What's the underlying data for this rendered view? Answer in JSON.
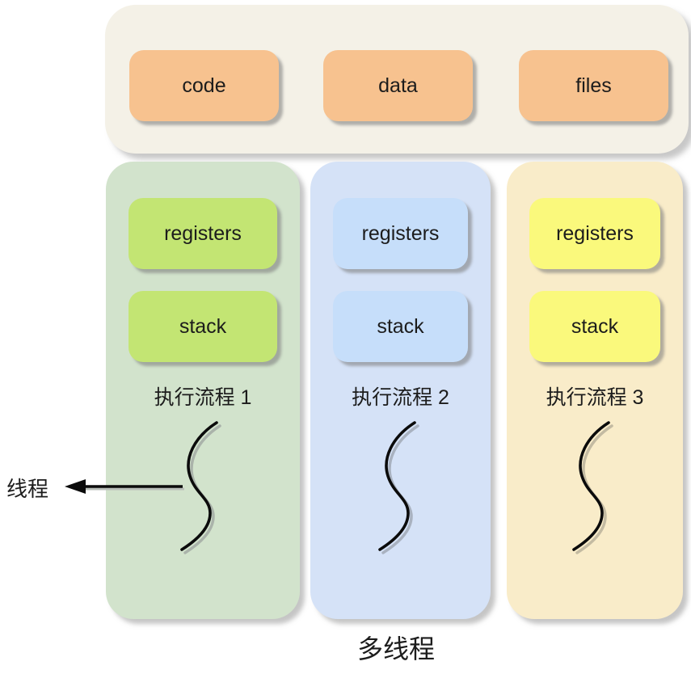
{
  "title": "多线程",
  "pointer_label": "线程",
  "process": {
    "resources": [
      {
        "label": "code"
      },
      {
        "label": "data"
      },
      {
        "label": "files"
      }
    ]
  },
  "threads": [
    {
      "label": "执行流程 1",
      "boxes": [
        "registers",
        "stack"
      ]
    },
    {
      "label": "执行流程 2",
      "boxes": [
        "registers",
        "stack"
      ]
    },
    {
      "label": "执行流程 3",
      "boxes": [
        "registers",
        "stack"
      ]
    }
  ],
  "icons": {
    "squiggle": "thread-wavy-line",
    "arrow": "left-arrow"
  },
  "colors": {
    "page-bg": "#ffffff",
    "process-bg": "#f4f1e7",
    "resource-box": "#f7c28f",
    "thread1-bg": "#d2e3cc",
    "thread1-box": "#c3e573",
    "thread2-bg": "#d5e2f7",
    "thread2-box": "#c6defa",
    "thread3-bg": "#f9ecc9",
    "thread3-box": "#faf97c",
    "text": "#1c1c1c"
  }
}
